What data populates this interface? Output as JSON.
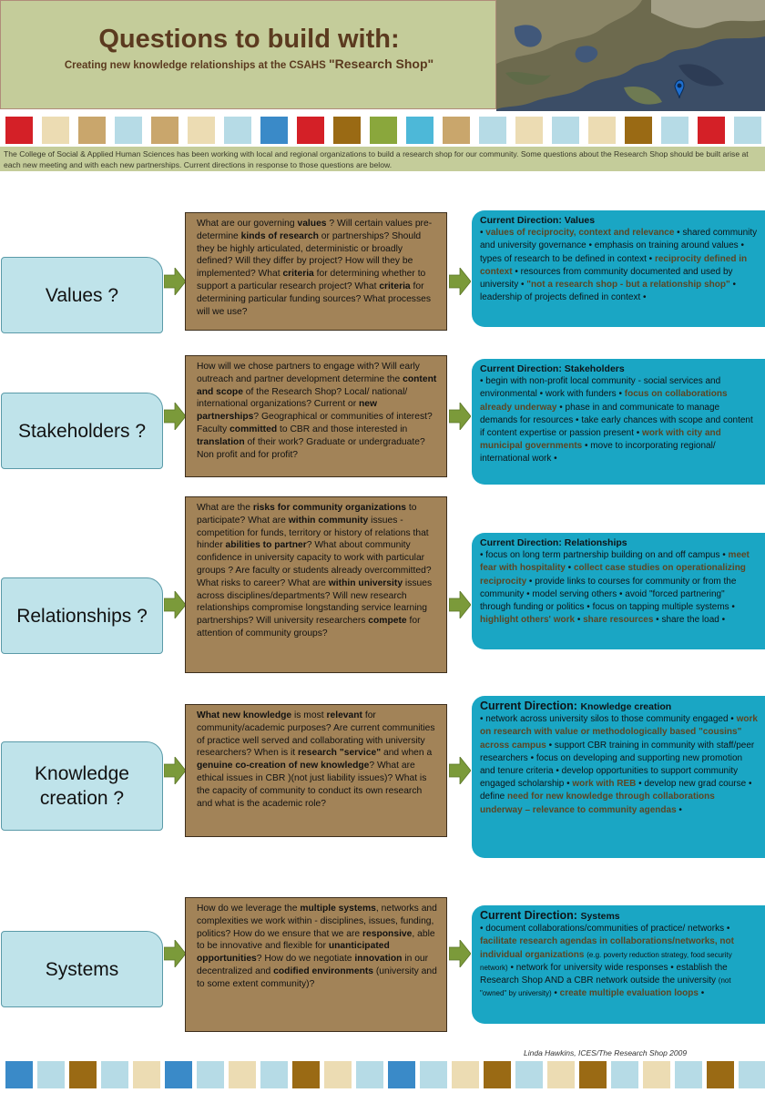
{
  "header": {
    "title": "Questions to build with:",
    "subtitle_lead": "Creating new knowledge relationships at the CSAHS ",
    "subtitle_tail": "\"Research Shop\""
  },
  "colors": {
    "red": "#d42027",
    "cream": "#ecdcb3",
    "tan": "#c9a66c",
    "lightblue": "#b6dbe6",
    "blue": "#3a8ac8",
    "brown": "#9a6a14",
    "green": "#8aa73c",
    "cyan": "#4db8d8"
  },
  "strips": {
    "top": [
      "red",
      "cream",
      "tan",
      "lightblue",
      "tan",
      "cream",
      "lightblue",
      "blue",
      "red",
      "brown",
      "green",
      "cyan",
      "tan",
      "lightblue",
      "cream",
      "lightblue",
      "cream",
      "brown",
      "lightblue",
      "red",
      "lightblue"
    ],
    "bottom": [
      "blue",
      "lightblue",
      "brown",
      "lightblue",
      "cream",
      "blue",
      "lightblue",
      "cream",
      "lightblue",
      "brown",
      "cream",
      "lightblue",
      "blue",
      "lightblue",
      "cream",
      "brown",
      "lightblue",
      "cream",
      "brown",
      "lightblue",
      "cream",
      "lightblue",
      "brown",
      "lightblue"
    ]
  },
  "intro": "The College of Social & Applied Human Sciences has been working with local and regional organizations to build a research shop for our community. Some questions about the Research Shop should be built arise at each new meeting and with each new partnerships. Current directions in response to those questions are below.",
  "sections": [
    {
      "label": "Values ?",
      "question": [
        {
          "t": "What are our governing "
        },
        {
          "t": "values",
          "b": 1
        },
        {
          "t": " ? Will certain values pre-determine  "
        },
        {
          "t": "kinds of research",
          "b": 1
        },
        {
          "t": " or partnerships? Should they be highly articulated, deterministic or broadly defined? Will they differ by project? How will they be implemented? What "
        },
        {
          "t": "criteria",
          "b": 1
        },
        {
          "t": " for determining whether to support a particular research project? What "
        },
        {
          "t": "criteria",
          "b": 1
        },
        {
          "t": " for determining particular funding sources? What processes will we use?"
        }
      ],
      "dir_prefix": "Current Direction: ",
      "dir_name": "Values",
      "direction": [
        {
          "t": "• "
        },
        {
          "t": "values of reciprocity, context and relevance",
          "h": 1
        },
        {
          "t": " • shared community and university governance  • emphasis on training around values  • types of research to be defined in context • "
        },
        {
          "t": "reciprocity defined in context",
          "h": 1
        },
        {
          "t": " • resources from community documented and used by university • "
        },
        {
          "t": "\"not a research shop - but a relationship shop\"",
          "h": 1
        },
        {
          "t": "  • leadership of projects defined in context •"
        }
      ]
    },
    {
      "label": "Stakeholders ?",
      "question": [
        {
          "t": "How will we chose partners to engage with? Will early outreach and partner development determine the "
        },
        {
          "t": "content and scope",
          "b": 1
        },
        {
          "t": " of the Research Shop? Local/ national/ international organizations? Current or "
        },
        {
          "t": "new partnerships",
          "b": 1
        },
        {
          "t": "? Geographical or communities of interest?  Faculty "
        },
        {
          "t": "committed",
          "b": 1
        },
        {
          "t": " to CBR and those interested in "
        },
        {
          "t": "translation",
          "b": 1
        },
        {
          "t": " of their work? Graduate or undergraduate? Non profit and for profit?"
        }
      ],
      "dir_prefix": "Current Direction: ",
      "dir_name": "Stakeholders",
      "direction": [
        {
          "t": "• begin with non-profit local community - social services and environmental  • work with funders • "
        },
        {
          "t": "focus on collaborations already underway",
          "h": 1
        },
        {
          "t": " • phase in and communicate to manage demands for resources • take early chances with scope and content if content expertise or passion present • "
        },
        {
          "t": "work with city and municipal governments",
          "h": 1
        },
        {
          "t": " • move to incorporating regional/ international work •"
        }
      ]
    },
    {
      "label": "Relationships ?",
      "question": [
        {
          "t": "What are the "
        },
        {
          "t": "risks for community organizations",
          "b": 1
        },
        {
          "t": " to participate? What are "
        },
        {
          "t": "within",
          "b": 1
        },
        {
          "t": " "
        },
        {
          "t": "community",
          "b": 1
        },
        {
          "t": " issues - competition for funds, territory or history of relations that hinder "
        },
        {
          "t": "abilities to partner",
          "b": 1
        },
        {
          "t": "? What about community confidence in university capacity to work with particular groups ? Are faculty or students already overcommitted? What risks to career? What are "
        },
        {
          "t": "within",
          "b": 1
        },
        {
          "t": " "
        },
        {
          "t": "university",
          "b": 1
        },
        {
          "t": " issues across disciplines/departments? Will new research relationships compromise longstanding service learning partnerships? Will university researchers "
        },
        {
          "t": "compete",
          "b": 1
        },
        {
          "t": " for attention of community groups?"
        }
      ],
      "dir_prefix": "Current Direction: ",
      "dir_name": "Relationships",
      "direction": [
        {
          "t": "• focus on long term partnership building on and off campus • "
        },
        {
          "t": "meet fear with hospitality",
          "h": 1
        },
        {
          "t": " •  "
        },
        {
          "t": "collect case studies on operationalizing reciprocity",
          "h": 1
        },
        {
          "t": " • provide links to courses for community or from the community • model serving others  • avoid \"forced partnering\" through funding or politics • focus on tapping multiple systems • "
        },
        {
          "t": "highlight others' work",
          "h": 1
        },
        {
          "t": " • "
        },
        {
          "t": "share resources",
          "h": 1
        },
        {
          "t": " • share the load •"
        }
      ]
    },
    {
      "label": "Knowledge creation ?",
      "question": [
        {
          "t": "What new knowledge",
          "b": 1
        },
        {
          "t": " is most "
        },
        {
          "t": "relevant",
          "b": 1
        },
        {
          "t": " for community/academic purposes? Are current communities of practice well served and collaborating with university researchers? When is it "
        },
        {
          "t": "research \"service\"",
          "b": 1
        },
        {
          "t": " and when a "
        },
        {
          "t": "genuine co-creation of new knowledge",
          "b": 1
        },
        {
          "t": "? What are ethical issues in CBR )(not just liability issues)?  What is the capacity of community to conduct its own research and what is the academic role?"
        }
      ],
      "dir_prefix": "Current Direction: ",
      "dir_name": "Knowledge creation",
      "direction": [
        {
          "t": "• network across university silos to those community engaged • "
        },
        {
          "t": "work on research with value or methodologically based \"cousins\" across campus",
          "h": 1
        },
        {
          "t": " • support CBR training in community with staff/peer researchers • focus on developing and supporting new promotion and tenure criteria • develop opportunities to support community engaged scholarship • "
        },
        {
          "t": "work with REB",
          "h": 1
        },
        {
          "t": " • develop new grad course  • define "
        },
        {
          "t": "need for new knowledge through collaborations underway – relevance to community agendas",
          "h": 1
        },
        {
          "t": " •"
        }
      ]
    },
    {
      "label": "Systems",
      "question": [
        {
          "t": "How do we leverage the "
        },
        {
          "t": "multiple systems",
          "b": 1
        },
        {
          "t": ", networks and complexities we work within - disciplines, issues, funding, politics? How do we ensure that we are "
        },
        {
          "t": "responsive",
          "b": 1
        },
        {
          "t": ", able to be innovative and flexible for "
        },
        {
          "t": "unanticipated opportunities",
          "b": 1
        },
        {
          "t": "? How do we negotiate "
        },
        {
          "t": "innovation",
          "b": 1
        },
        {
          "t": " in our decentralized and "
        },
        {
          "t": "codified environments",
          "b": 1
        },
        {
          "t": " (university and to some extent community)?"
        }
      ],
      "dir_prefix": "Current Direction: ",
      "dir_name": "Systems",
      "direction": [
        {
          "t": "• document collaborations/communities of practice/ networks • "
        },
        {
          "t": "facilitate research agendas in collaborations/networks, not individual organizations",
          "h": 1
        },
        {
          "t": " "
        },
        {
          "t": "(e.g. poverty reduction strategy, food security network)",
          "s": 1
        },
        {
          "t": " • network for university wide responses  • establish the Research Shop AND a CBR network outside the university "
        },
        {
          "t": "(not \"owned\" by university)",
          "s": 1
        },
        {
          "t": " • "
        },
        {
          "t": "create multiple evaluation loops",
          "h": 1
        },
        {
          "t": " •"
        }
      ]
    }
  ],
  "credit": "Linda Hawkins, ICES/The Research Shop 2009"
}
